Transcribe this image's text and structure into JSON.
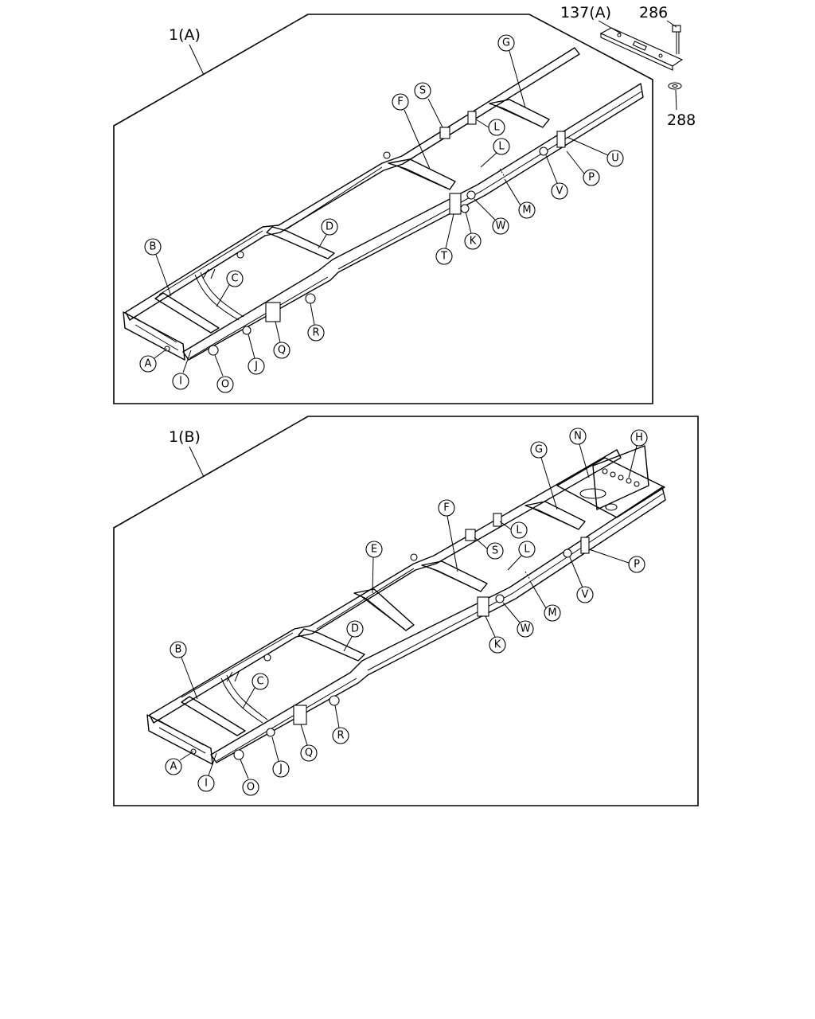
{
  "panel_a": {
    "title": "1(A)",
    "parts": {
      "part_137": "137(A)",
      "part_286": "286",
      "part_288": "288"
    },
    "callouts": {
      "A": "A",
      "B": "B",
      "C": "C",
      "D": "D",
      "F": "F",
      "G": "G",
      "I": "I",
      "J": "J",
      "K": "K",
      "L1": "L",
      "L2": "L",
      "M": "M",
      "O": "O",
      "P": "P",
      "Q": "Q",
      "R": "R",
      "S": "S",
      "T": "T",
      "U": "U",
      "V": "V",
      "W": "W"
    }
  },
  "panel_b": {
    "title": "1(B)",
    "callouts": {
      "A": "A",
      "B": "B",
      "C": "C",
      "D": "D",
      "E": "E",
      "F": "F",
      "G": "G",
      "H": "H",
      "I": "I",
      "J": "J",
      "K": "K",
      "L1": "L",
      "L2": "L",
      "M": "M",
      "N": "N",
      "O": "O",
      "P": "P",
      "Q": "Q",
      "R": "R",
      "S": "S",
      "V": "V",
      "W": "W"
    }
  }
}
